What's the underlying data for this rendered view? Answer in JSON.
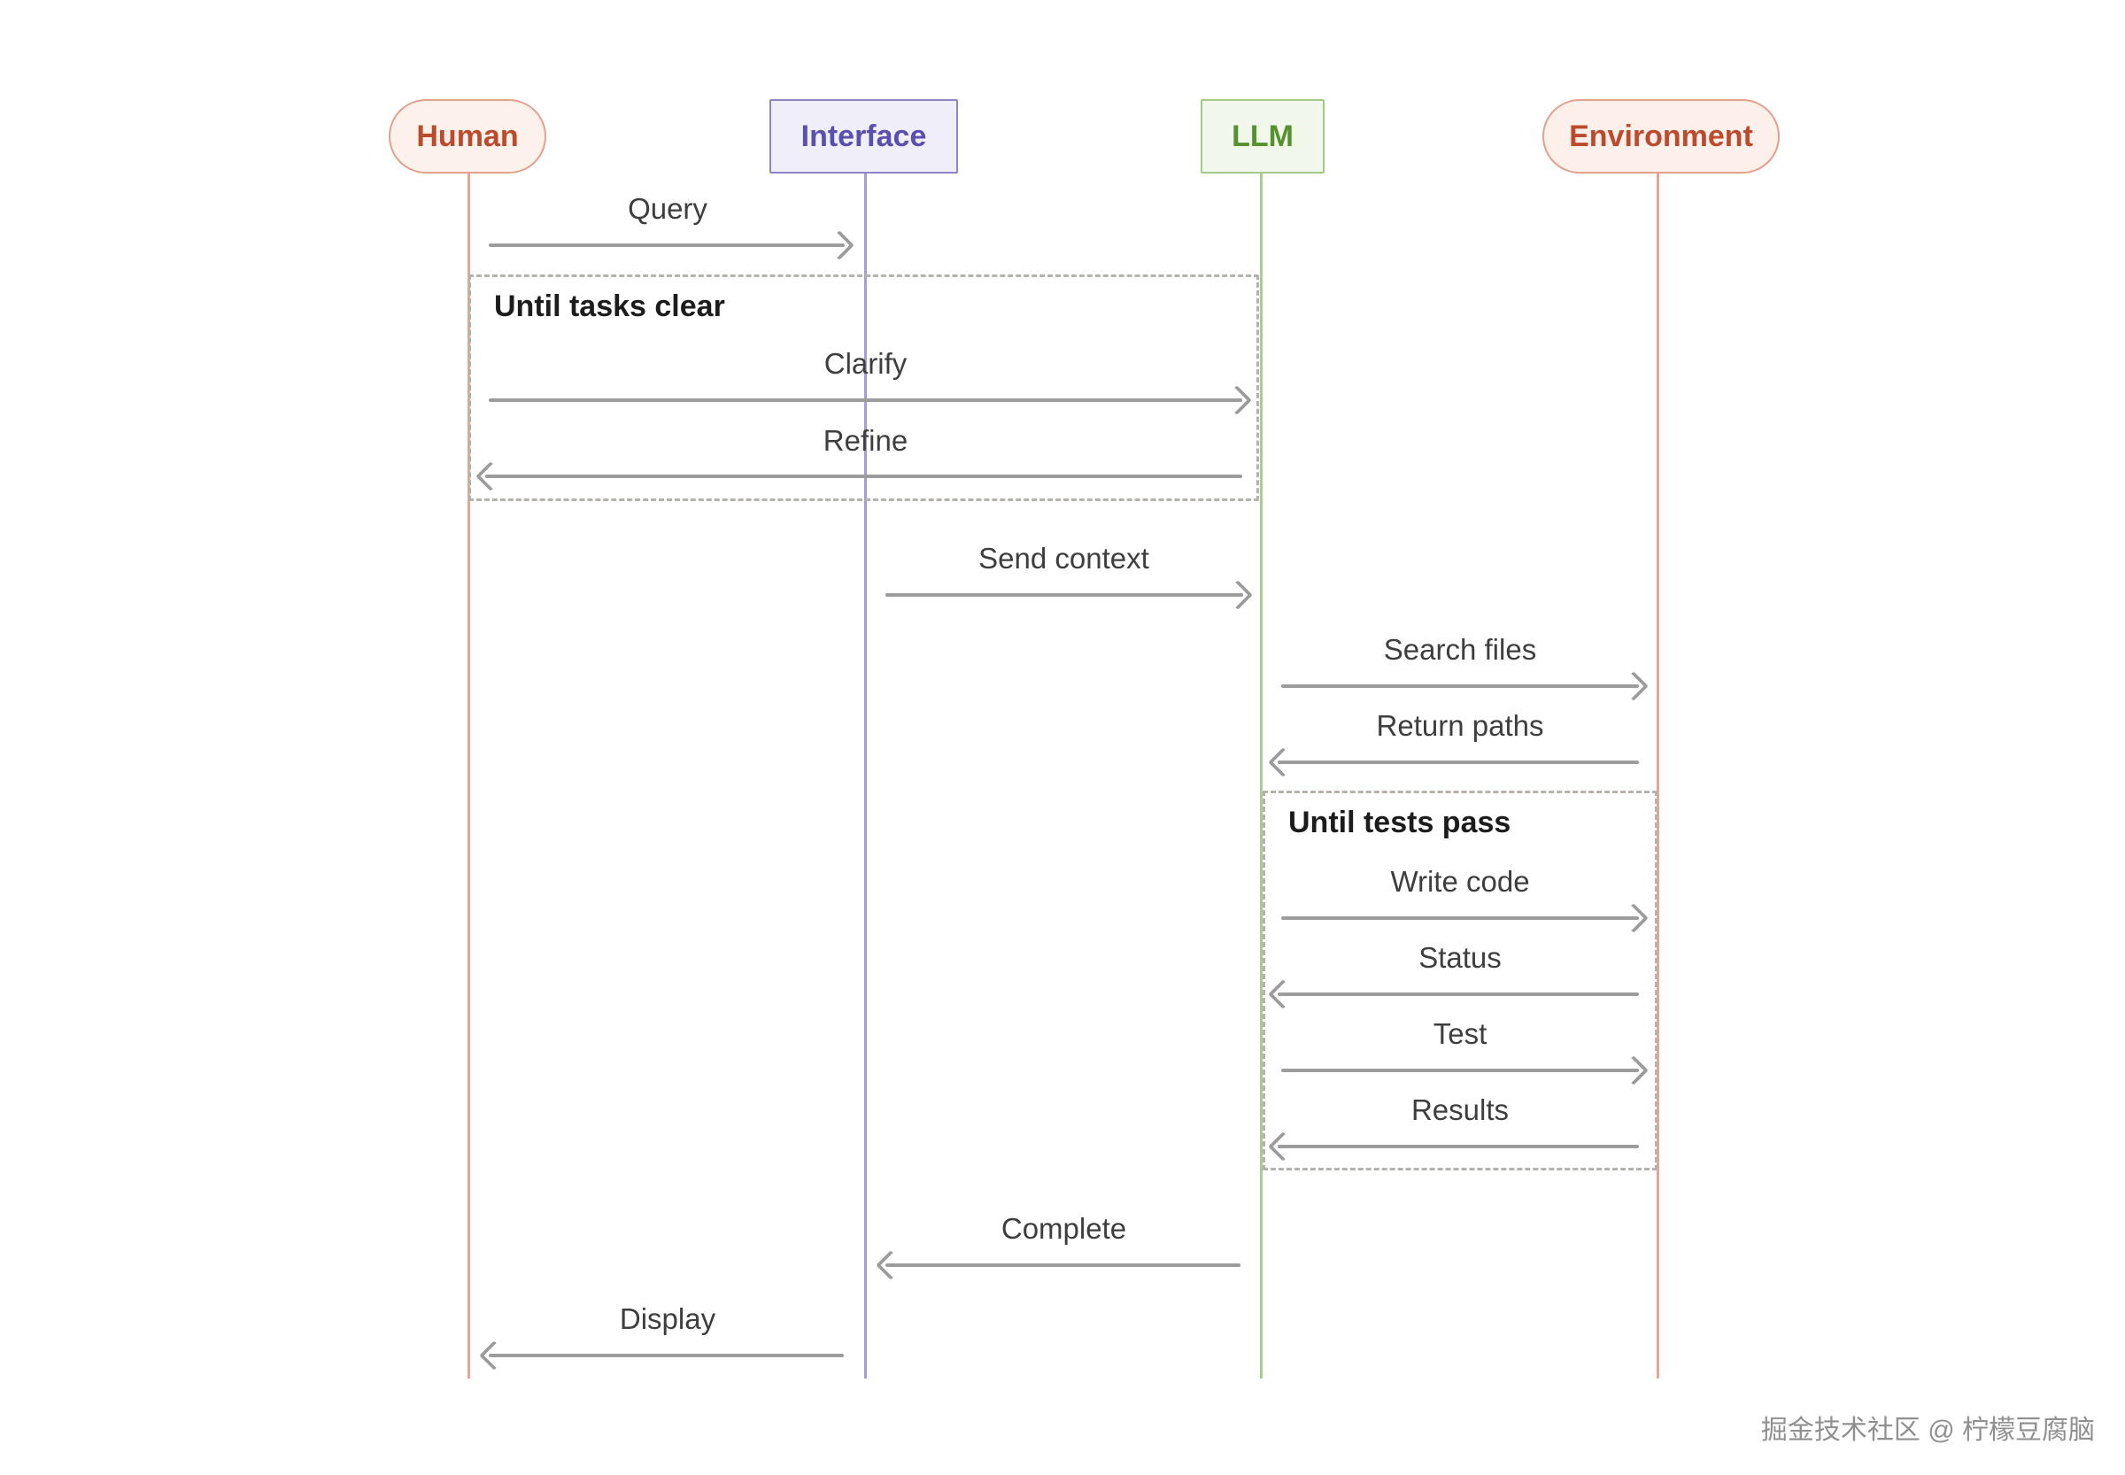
{
  "diagram": {
    "type": "sequence-diagram",
    "participants": [
      {
        "label": "Human",
        "shape": "pill",
        "theme": "red"
      },
      {
        "label": "Interface",
        "shape": "rect",
        "theme": "purple"
      },
      {
        "label": "LLM",
        "shape": "rect",
        "theme": "green"
      },
      {
        "label": "Environment",
        "shape": "pill",
        "theme": "red"
      }
    ],
    "messages": [
      {
        "label": "Query",
        "from": "Human",
        "to": "Interface"
      },
      {
        "label": "Clarify",
        "from": "Human",
        "to": "LLM",
        "loop": "Until tasks clear"
      },
      {
        "label": "Refine",
        "from": "LLM",
        "to": "Human",
        "loop": "Until tasks clear"
      },
      {
        "label": "Send context",
        "from": "Interface",
        "to": "LLM"
      },
      {
        "label": "Search files",
        "from": "LLM",
        "to": "Environment"
      },
      {
        "label": "Return paths",
        "from": "Environment",
        "to": "LLM"
      },
      {
        "label": "Write code",
        "from": "LLM",
        "to": "Environment",
        "loop": "Until tests pass"
      },
      {
        "label": "Status",
        "from": "Environment",
        "to": "LLM",
        "loop": "Until tests pass"
      },
      {
        "label": "Test",
        "from": "LLM",
        "to": "Environment",
        "loop": "Until tests pass"
      },
      {
        "label": "Results",
        "from": "Environment",
        "to": "LLM",
        "loop": "Until tests pass"
      },
      {
        "label": "Complete",
        "from": "LLM",
        "to": "Interface"
      },
      {
        "label": "Display",
        "from": "Interface",
        "to": "Human"
      }
    ],
    "loops": [
      {
        "title": "Until tasks clear",
        "spans": [
          "Human",
          "LLM"
        ]
      },
      {
        "title": "Until tests pass",
        "spans": [
          "LLM",
          "Environment"
        ]
      }
    ]
  },
  "watermark": "掘金技术社区 @ 柠檬豆腐脑",
  "colors": {
    "human_fill": "#fdf1ec",
    "human_border": "#e3a08c",
    "human_text": "#bc4a2c",
    "human_line": "#e2a794",
    "interface_fill": "#f0eef9",
    "interface_border": "#8d85c8",
    "interface_text": "#594fae",
    "interface_line": "#a59dd6",
    "llm_fill": "#f2f7ec",
    "llm_border": "#a4ca8b",
    "llm_text": "#55912d",
    "llm_line": "#a9cd90",
    "env_fill": "#fdf0ea",
    "env_border": "#e3a08c",
    "env_text": "#bc4a2c",
    "env_line": "#e2a794",
    "arrow": "#9c9c9c",
    "message_label": "#3e3e3e",
    "loop_border": "#b5b1ac",
    "loop_title": "#1c1c1c",
    "watermark_text": "#8f8f8f"
  }
}
